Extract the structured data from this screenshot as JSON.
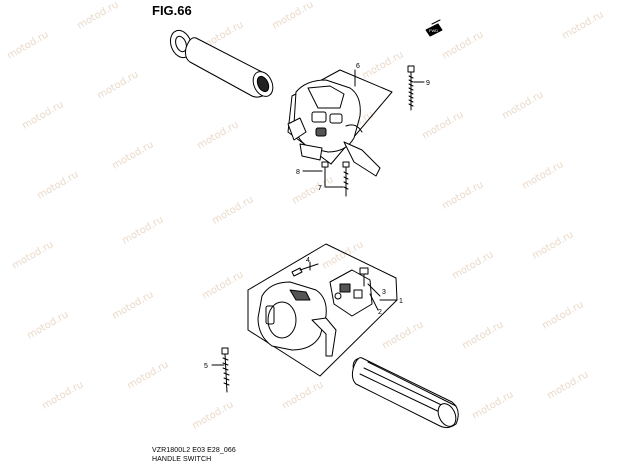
{
  "figure": {
    "title": "FIG.66"
  },
  "footer": {
    "model_code": "VZR1800L2 E03 E28_066",
    "caption": "HANDLE SWITCH"
  },
  "callouts": {
    "c1": "1",
    "c2": "2",
    "c3": "3",
    "c4": "4",
    "c5": "5",
    "c6": "6",
    "c7": "7",
    "c8": "8",
    "c9": "9"
  },
  "front_badge": {
    "label": "FWD",
    "icon": "front-arrow-icon"
  },
  "watermark": {
    "text": "motod.ru"
  },
  "colors": {
    "line": "#000000",
    "watermark": "#ead9c9"
  }
}
